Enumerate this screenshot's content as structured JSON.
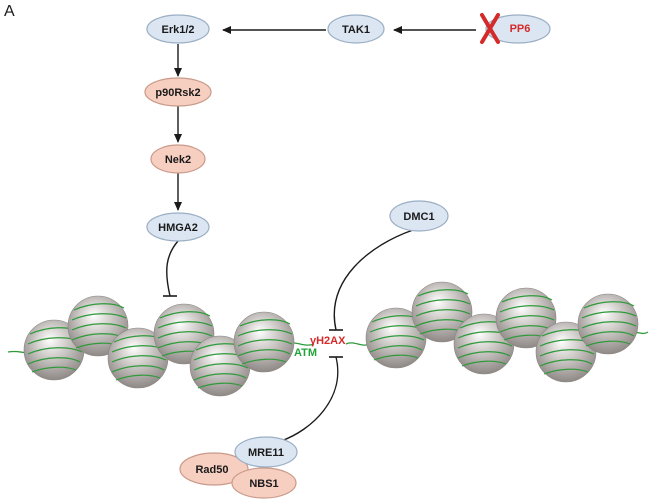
{
  "panel_label": "A",
  "colors": {
    "blue_fill": "#dce6f2",
    "blue_stroke": "#9aaec4",
    "pink_fill": "#f7cfc0",
    "pink_stroke": "#c99a8a",
    "arrow": "#1a1a1a",
    "inhibit_mark": "#d42a2a",
    "dna": "#2e9a3a",
    "nucleosome": "#a8a3a0"
  },
  "nodes": {
    "erk": "Erk1/2",
    "tak1": "TAK1",
    "pp6": "PP6",
    "p90rsk2": "p90Rsk2",
    "nek2": "Nek2",
    "hmga2": "HMGA2",
    "dmc1": "DMC1",
    "mre11": "MRE11",
    "rad50": "Rad50",
    "nbs1": "NBS1"
  },
  "markers": {
    "h2ax": "γH2AX",
    "atm": "ATM"
  }
}
